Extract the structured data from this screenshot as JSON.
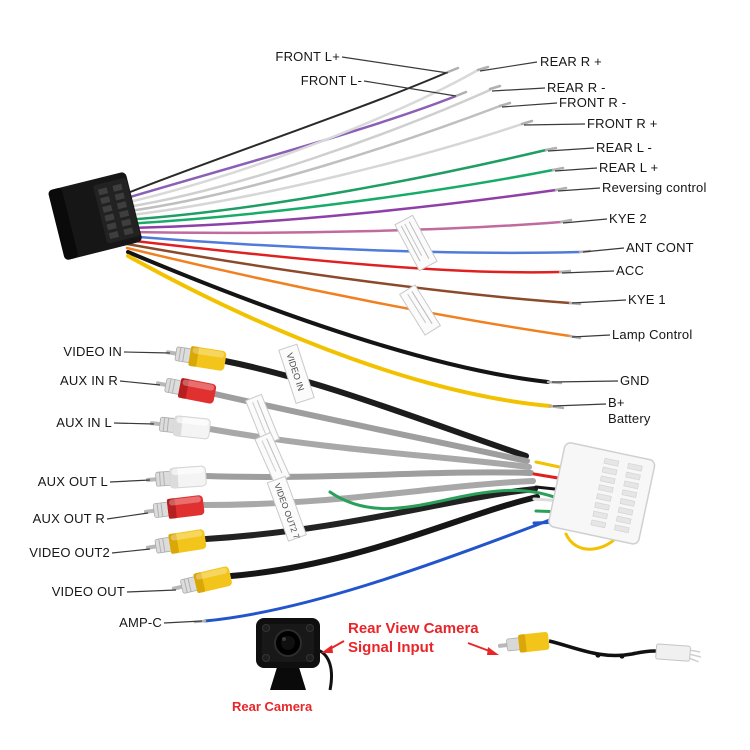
{
  "wire_labels": {
    "front_l_plus": "FRONT L+",
    "front_l_minus": "FRONT L-",
    "rear_r_plus": "REAR R +",
    "rear_r_minus": "REAR R -",
    "front_r_minus": "FRONT R -",
    "front_r_plus": "FRONT R +",
    "rear_l_minus": "REAR L -",
    "rear_l_plus": "REAR L +",
    "reversing_control": "Reversing control",
    "kye_2": "KYE 2",
    "ant_cont": "ANT CONT",
    "acc": "ACC",
    "kye_1": "KYE 1",
    "lamp_control": "Lamp Control",
    "gnd": "GND",
    "b_plus": "B+",
    "battery": "Battery"
  },
  "rca_labels": {
    "video_in": "VIDEO IN",
    "aux_in_r": "AUX IN R",
    "aux_in_l": "AUX  IN L",
    "aux_out_l": "AUX OUT L",
    "aux_out_r": "AUX OUT R",
    "video_out2": "VIDEO OUT2",
    "video_out": "VIDEO OUT",
    "amp_c": "AMP-C"
  },
  "camera_section": {
    "signal_input_line1": "Rear View Camera",
    "signal_input_line2": "Signal Input",
    "rear_camera": "Rear Camera"
  },
  "cable_tags": {
    "tag_video_in": "VIDEO IN",
    "tag_video_out2": "VIDEO OUT2 7"
  },
  "colors": {
    "accent_red": "#e8262a",
    "label_text": "#161616",
    "wire_colors": {
      "front_l_plus": "#2a2a2a",
      "front_l_minus": "#8a5fb5",
      "rear_r_plus": "#d9d9d9",
      "rear_r_minus": "#cfcfcf",
      "front_r_minus": "#bfbfbf",
      "front_r_plus": "#d6d6d6",
      "rear_l_minus": "#1e9e63",
      "rear_l_plus": "#17ab68",
      "reversing_control": "#8e3fa8",
      "kye_2": "#c06a9e",
      "ant_cont": "#4f7bd9",
      "acc": "#e02020",
      "kye_1": "#8a4a2b",
      "lamp_control": "#f08020",
      "gnd": "#141414",
      "b_plus": "#f2c200",
      "amp_c": "#2255cc"
    }
  }
}
